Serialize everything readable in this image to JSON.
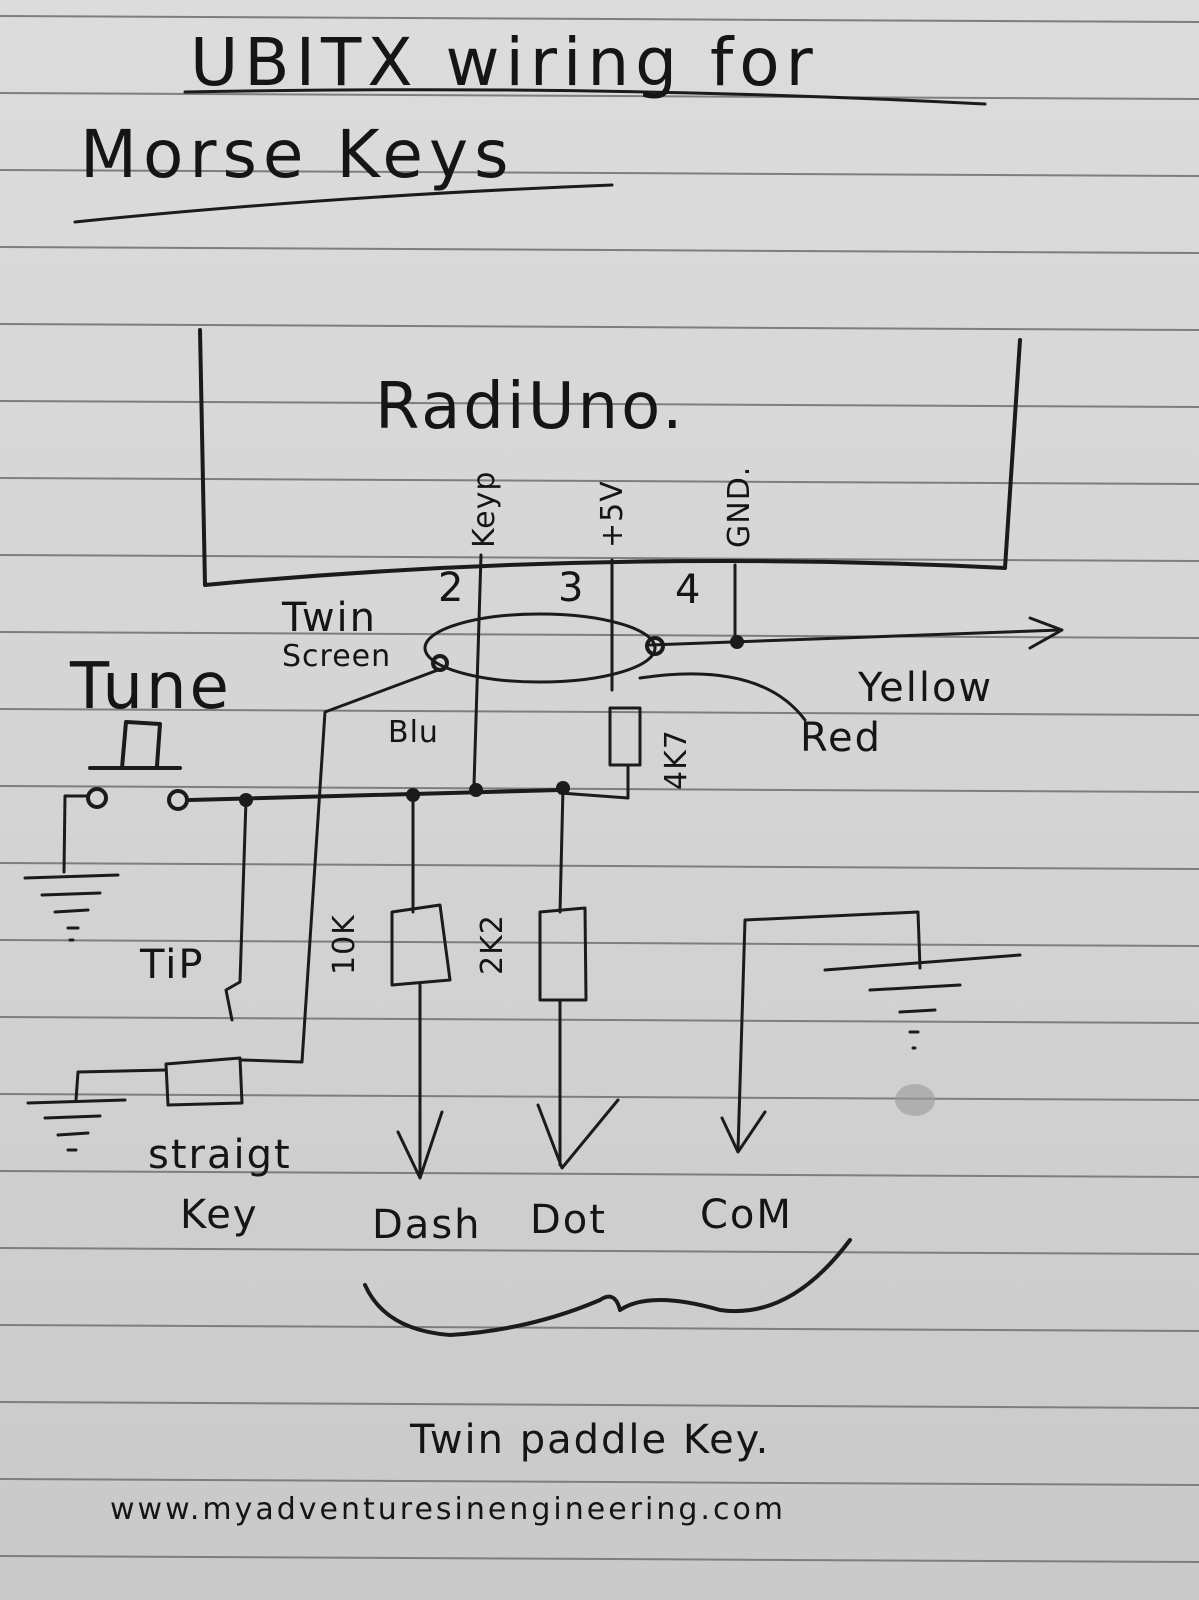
{
  "title": {
    "line1": "UBITX wiring for",
    "line2": "Morse Keys"
  },
  "controller": {
    "name": "RadiUno.",
    "pins": [
      {
        "label": "Keyp",
        "number": "2"
      },
      {
        "label": "+5V",
        "number": "3"
      },
      {
        "label": "GND.",
        "number": "4"
      }
    ]
  },
  "labels": {
    "twin_screen": [
      "Twin",
      "Screen"
    ],
    "tune": "Tune",
    "blu": "Blu",
    "yellow": "Yellow",
    "red": "Red",
    "r_4k7": "4K7",
    "r_10k": "10K",
    "r_2k2": "2K2",
    "tip": "TiP",
    "straight_key": [
      "straigt",
      "Key"
    ],
    "dash": "Dash",
    "dot": "Dot",
    "com": "CoM",
    "twin_paddle": "Twin paddle Key.",
    "website": "www.myadventuresinengineering.com"
  }
}
